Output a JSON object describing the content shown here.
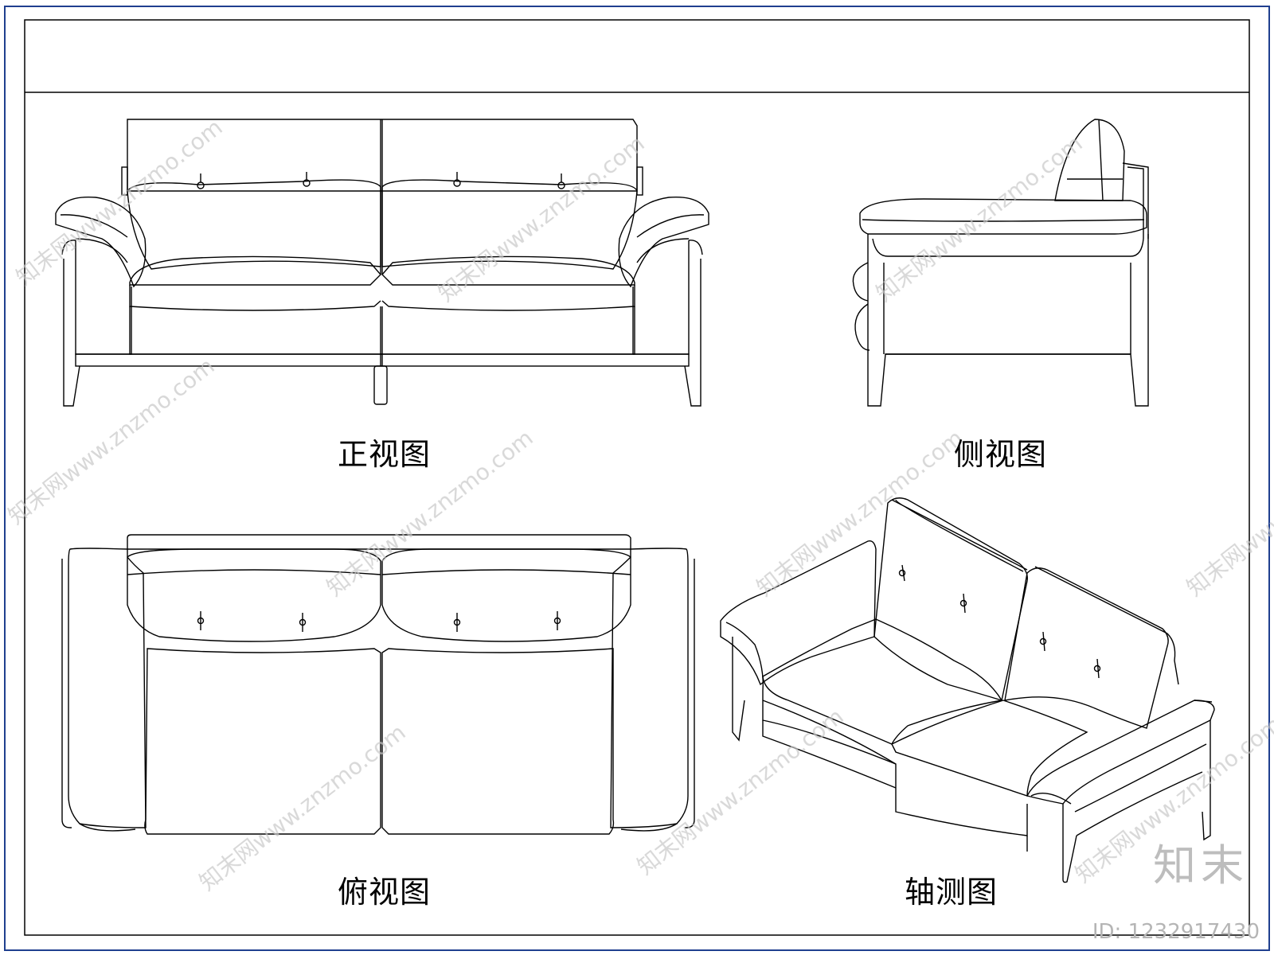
{
  "views": {
    "front": {
      "label": "正视图"
    },
    "side": {
      "label": "侧视图"
    },
    "top": {
      "label": "俯视图"
    },
    "axonometric": {
      "label": "轴测图"
    }
  },
  "watermark": {
    "text": "知末网www.znzmo.com",
    "brand": "知末",
    "id_label": "ID: 1232917430"
  },
  "colors": {
    "line": "#000000",
    "border_accent": "#1f3f8f",
    "watermark": "#c8c8c8"
  }
}
